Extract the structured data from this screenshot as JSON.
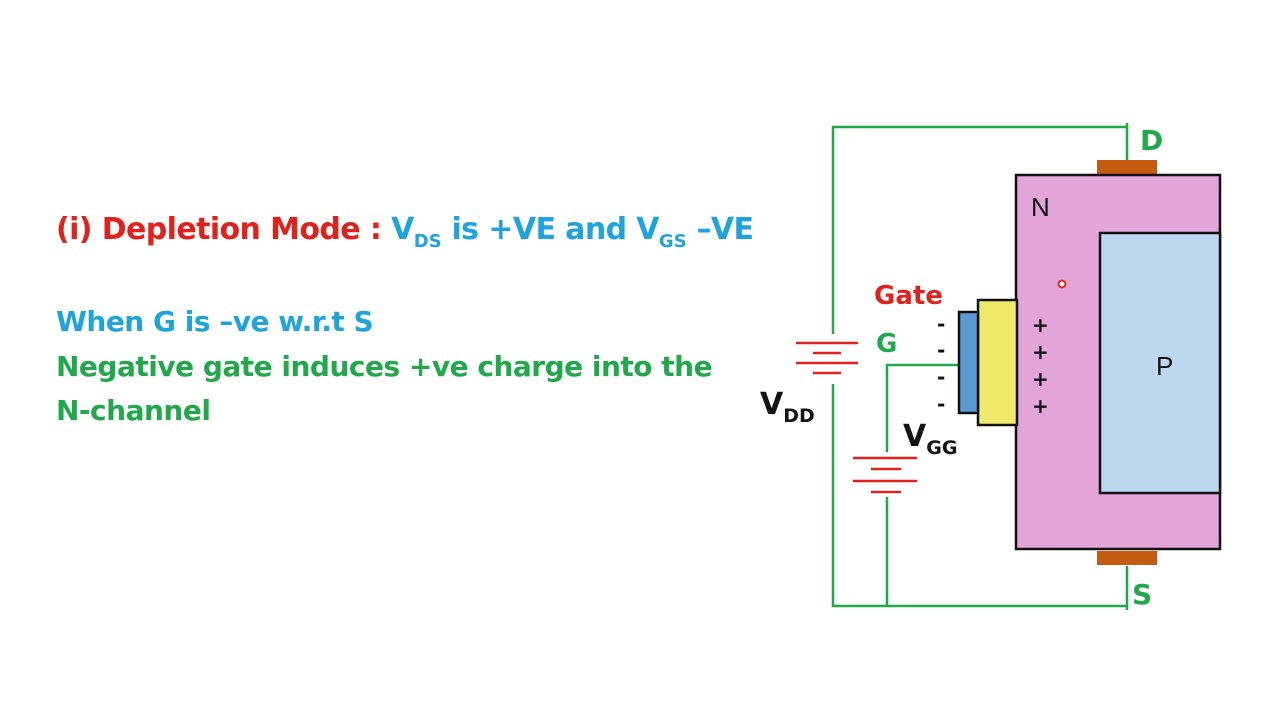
{
  "heading": {
    "prefix": "(i)   Depletion Mode : ",
    "v1": "V",
    "v1_sub": "DS",
    "mid": " is +VE and V",
    "v2_sub": "GS",
    "end": " –VE"
  },
  "notes": {
    "line1": "When G is –ve w.r.t S",
    "line2": "Negative gate induces +ve charge into the",
    "line3": "N-channel"
  },
  "diagram": {
    "drain_label": "D",
    "source_label": "S",
    "n_label": "N",
    "p_label": "P",
    "gate_word": "Gate",
    "g_label": "G",
    "vdd_main": "V",
    "vdd_sub": "DD",
    "vgg_main": "V",
    "vgg_sub": "GG",
    "minus": "-",
    "plus": "+",
    "colors": {
      "wire": "#21a84a",
      "n_region": "#e3a4d8",
      "p_region": "#bdd7ee",
      "oxide": "#f0ea6a",
      "gate_metal": "#5b9bd5",
      "contact": "#c55a11",
      "battery": "#e3211c"
    }
  }
}
